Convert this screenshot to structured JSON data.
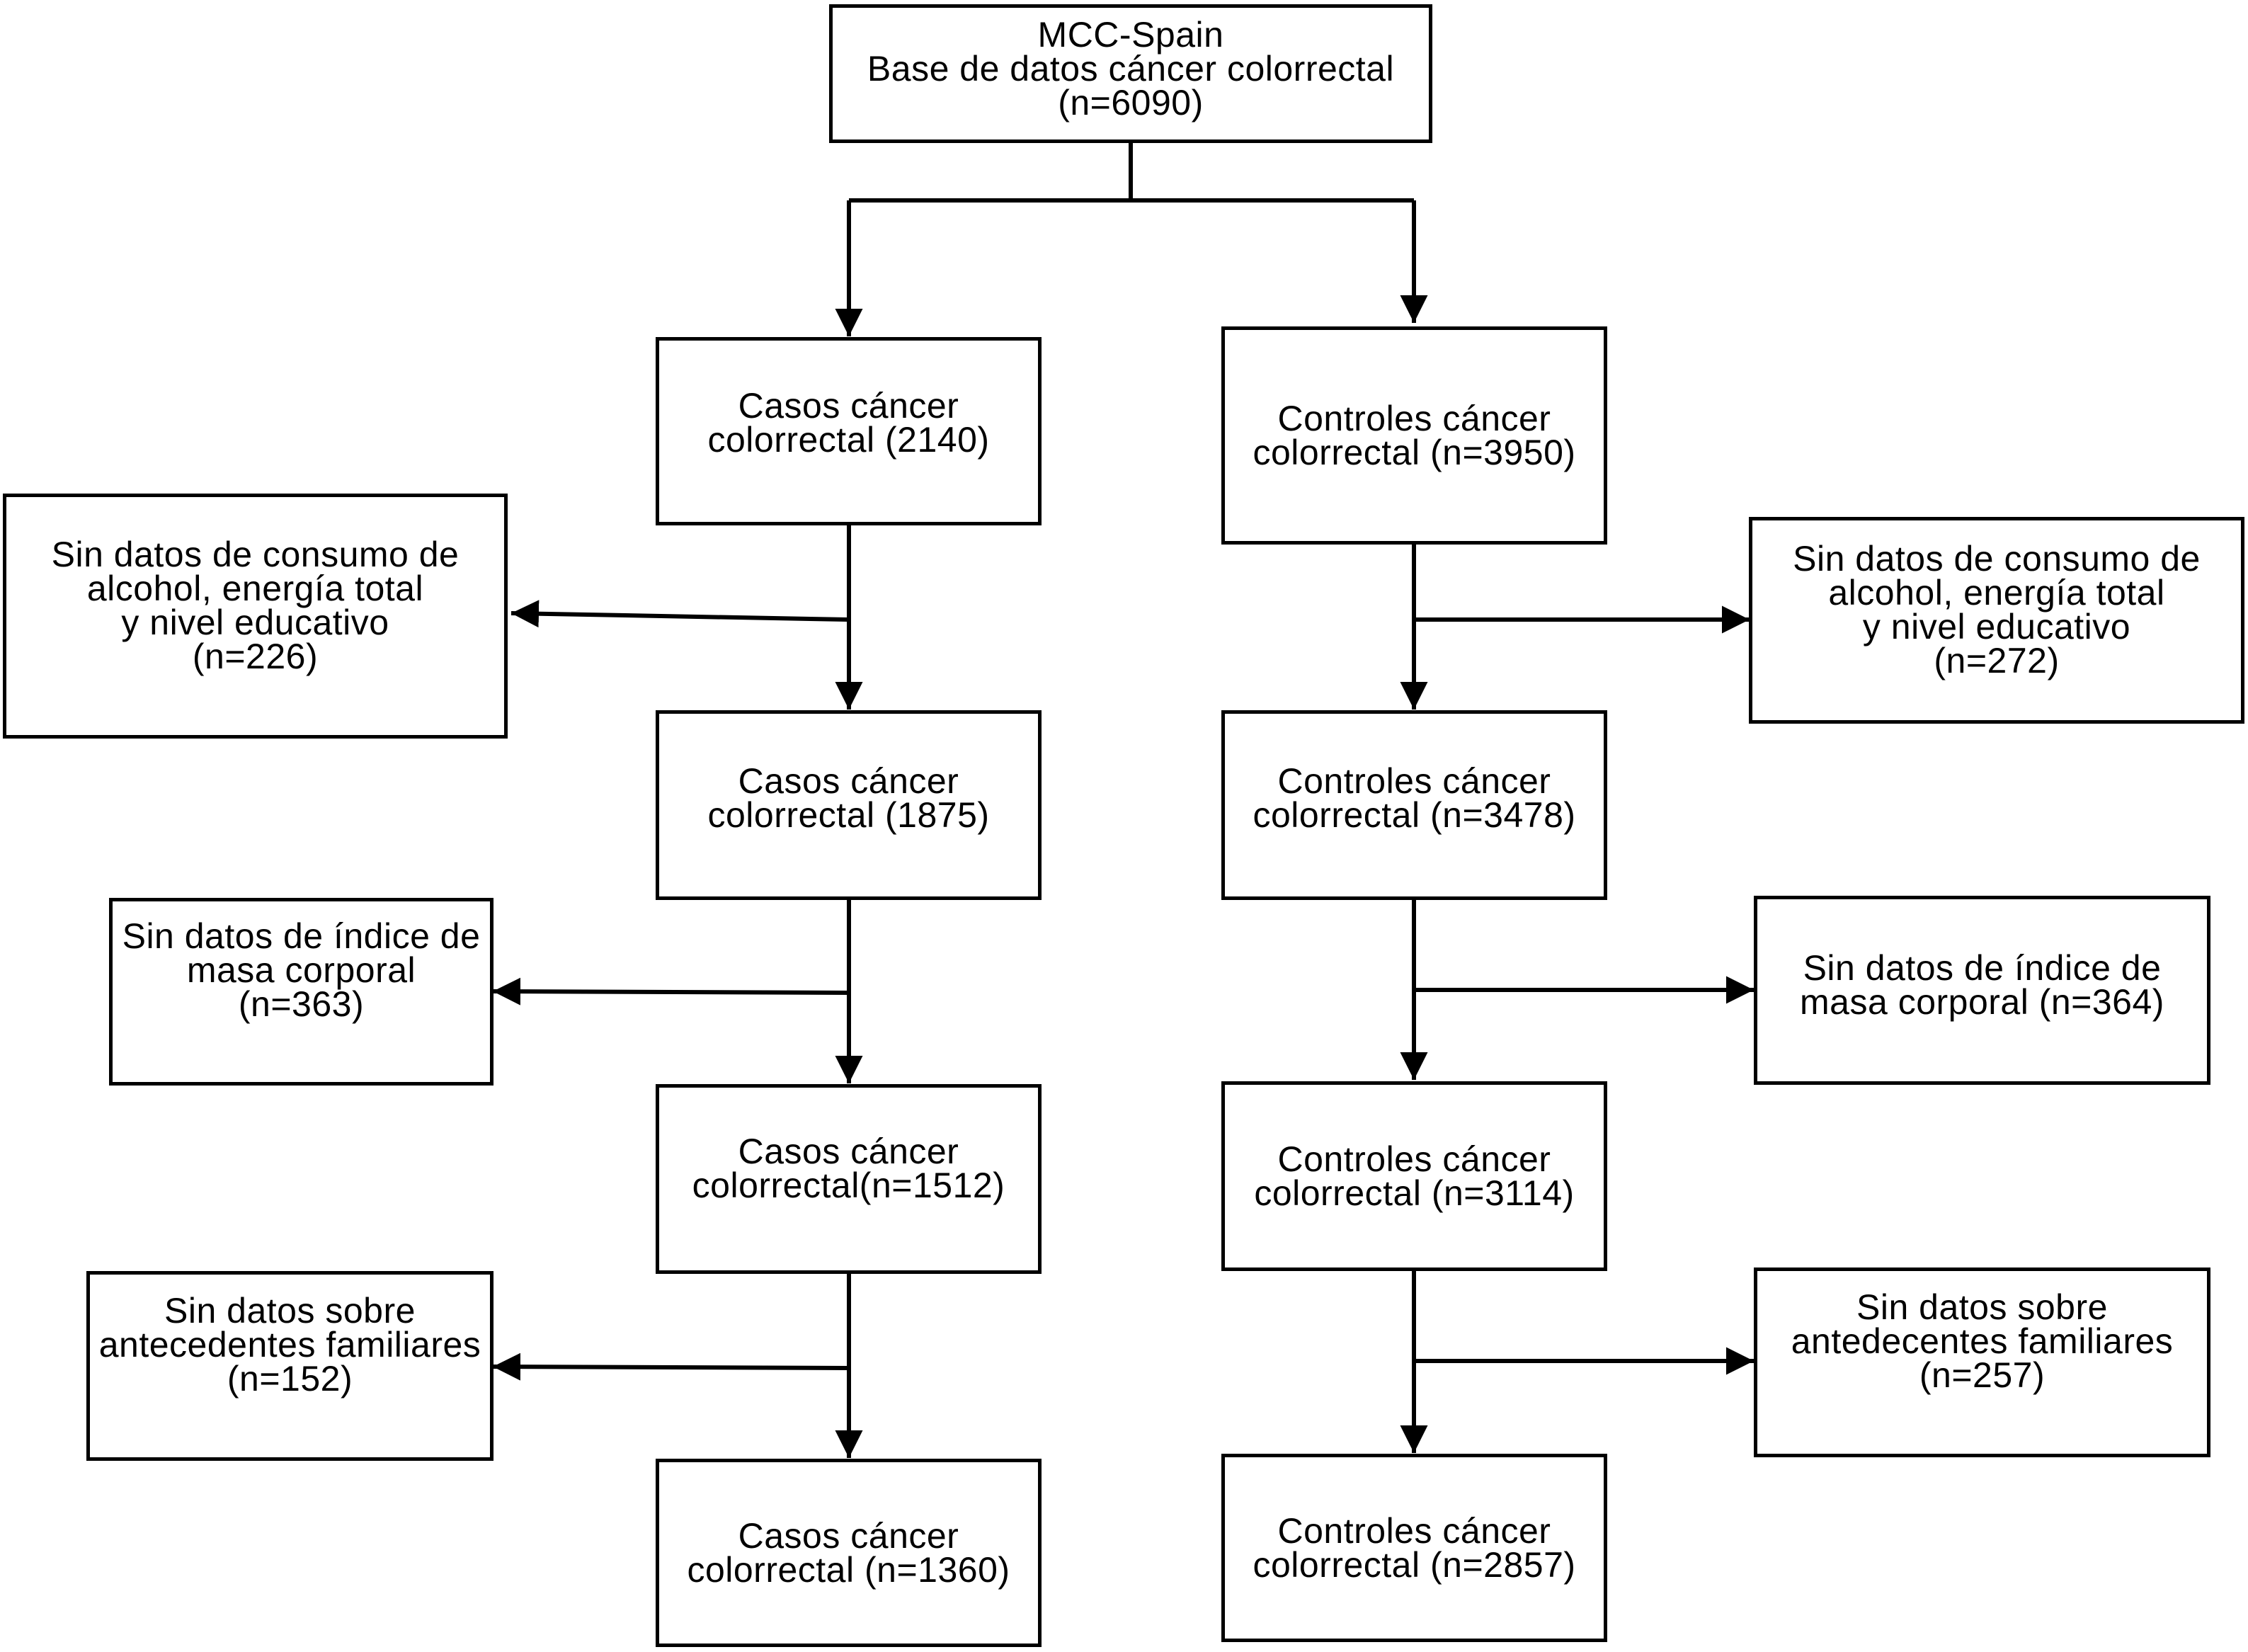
{
  "diagram": {
    "root": {
      "text": "MCC-Spain\nBase de datos cáncer colorrectal\n(n=6090)"
    },
    "cases": {
      "step1": "Casos cáncer\ncolorrectal (2140)",
      "step2": "Casos cáncer\ncolorrectal (1875)",
      "step3": "Casos cáncer\ncolorrectal(n=1512)",
      "step4": "Casos cáncer\ncolorrectal (n=1360)",
      "excluded1": "Sin datos de consumo de\nalcohol, energía total\ny nivel educativo\n(n=226)",
      "excluded2": "Sin datos de índice de\nmasa corporal\n(n=363)",
      "excluded3": "Sin datos sobre\nantecedentes familiares\n(n=152)"
    },
    "controls": {
      "step1": "Controles cáncer\ncolorrectal  (n=3950)",
      "step2": "Controles cáncer\ncolorrectal  (n=3478)",
      "step3": "Controles cáncer\ncolorrectal  (n=3114)",
      "step4": "Controles cáncer\ncolorrectal  (n=2857)",
      "excluded1": "Sin datos de consumo de\nalcohol, energía total\ny nivel educativo\n(n=272)",
      "excluded2": "Sin datos de índice de\nmasa corporal (n=364)",
      "excluded3": "Sin datos sobre\nantedecentes familiares\n(n=257)"
    },
    "colors": {
      "line": "#000000",
      "box_border": "#000000",
      "background": "#ffffff"
    }
  }
}
